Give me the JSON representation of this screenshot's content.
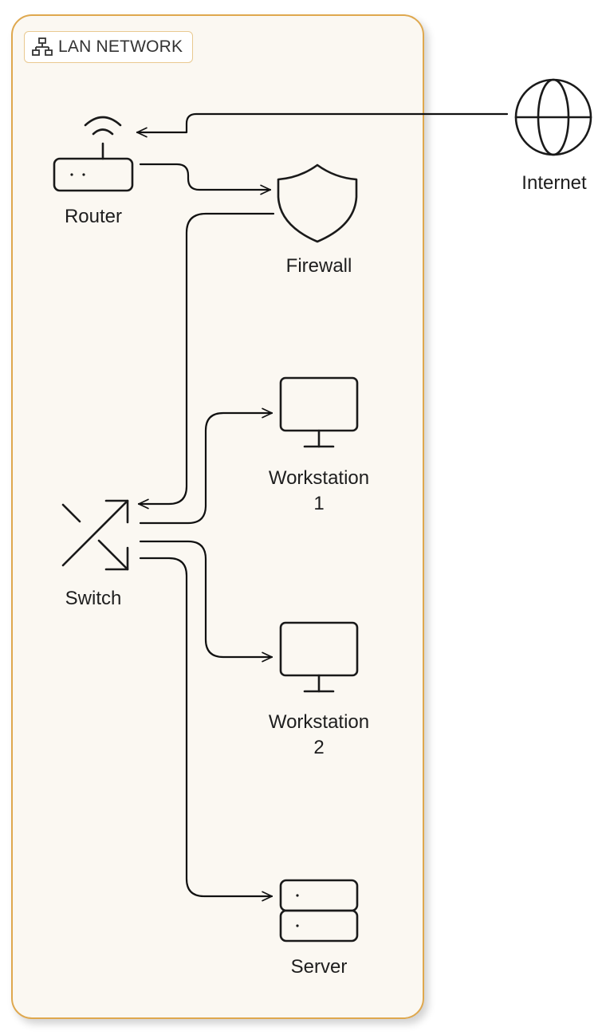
{
  "group": {
    "title": "LAN NETWORK",
    "icon": "network-icon",
    "border_color": "#dfa84e",
    "fill_color": "#fbf8f2"
  },
  "nodes": {
    "internet": {
      "label": "Internet",
      "icon": "globe-icon"
    },
    "router": {
      "label": "Router",
      "icon": "router-icon"
    },
    "firewall": {
      "label": "Firewall",
      "icon": "shield-icon"
    },
    "switch": {
      "label": "Switch",
      "icon": "switch-icon"
    },
    "workstation1": {
      "label": "Workstation\n1",
      "icon": "monitor-icon"
    },
    "workstation2": {
      "label": "Workstation\n2",
      "icon": "monitor-icon"
    },
    "server": {
      "label": "Server",
      "icon": "server-icon"
    }
  },
  "connections": [
    {
      "from": "internet",
      "to": "router"
    },
    {
      "from": "router",
      "to": "firewall"
    },
    {
      "from": "firewall",
      "to": "switch"
    },
    {
      "from": "switch",
      "to": "workstation1"
    },
    {
      "from": "switch",
      "to": "workstation2"
    },
    {
      "from": "switch",
      "to": "server"
    }
  ]
}
